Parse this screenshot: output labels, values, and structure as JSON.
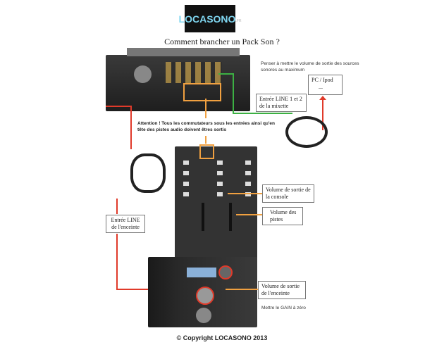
{
  "logo": {
    "text": "LOCASONO",
    "suffix": ".FR"
  },
  "title": "Comment brancher un Pack Son ?",
  "notes": {
    "sources_volume": "Penser à mettre le volume de sortie des sources sonores au maximum",
    "attention": "Attention ! Tous les commutateurs sous les entrées ainsi qu'en tête des pistes audio doivent êtres sortis",
    "gain": "Mettre le GAIN à zéro"
  },
  "labels": {
    "pc": "PC / Ipod",
    "pc_more": "...",
    "line_in_mixer": "Entrée LINE 1 et 2 de la mixette",
    "line_in_speaker": "Entrée LINE de l'enceinte",
    "console_out": "Volume de sortie de la console",
    "tracks_volume": "Volume des pistes",
    "speaker_out": "Volume de sortie de l'enceinte"
  },
  "copyright": "© Copyright LOCASONO 2013",
  "colors": {
    "orange": "#f0a040",
    "red": "#e03a2a",
    "green": "#3cb043"
  }
}
